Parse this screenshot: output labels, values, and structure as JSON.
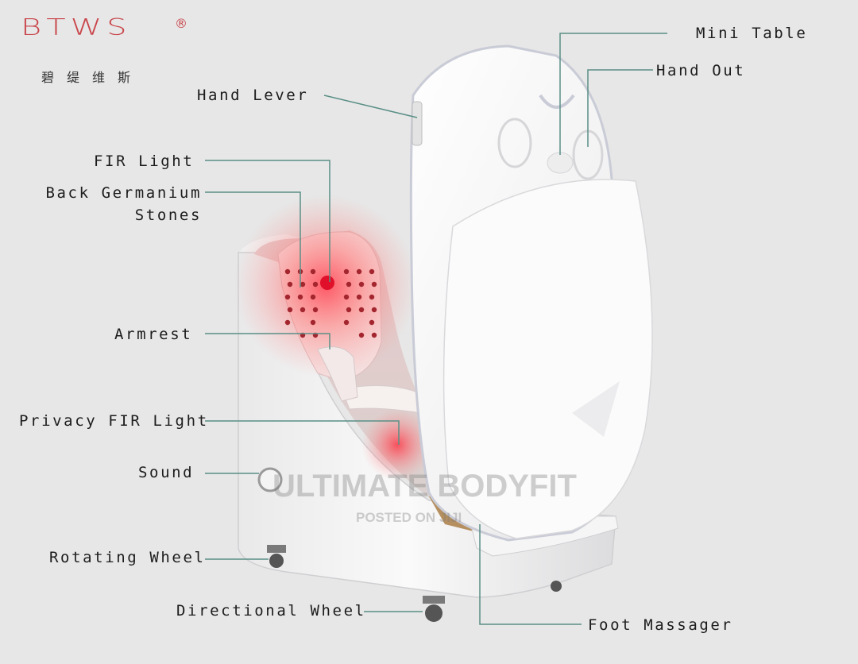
{
  "brand": {
    "logo_text": "BTWS",
    "registered_mark": "®",
    "chinese_name": "碧缇维斯"
  },
  "labels": {
    "mini_table": "Mini Table",
    "hand_out": "Hand Out",
    "hand_lever": "Hand Lever",
    "fir_light": "FIR Light",
    "back_germanium_line1": "Back Germanium",
    "back_germanium_line2": "Stones",
    "armrest": "Armrest",
    "privacy_fir_light": "Privacy FIR Light",
    "sound": "Sound",
    "rotating_wheel": "Rotating Wheel",
    "directional_wheel": "Directional Wheel",
    "foot_massager": "Foot Massager"
  },
  "watermark": {
    "title": "ULTIMATE BODYFIT",
    "subtitle": "POSTED ON JIJI"
  },
  "colors": {
    "background": "#e7e7e7",
    "brand_red": "#c9464b",
    "leader_line": "#5a8f86",
    "shell_white": "#f7f7f7",
    "fir_red": "#e03040"
  }
}
